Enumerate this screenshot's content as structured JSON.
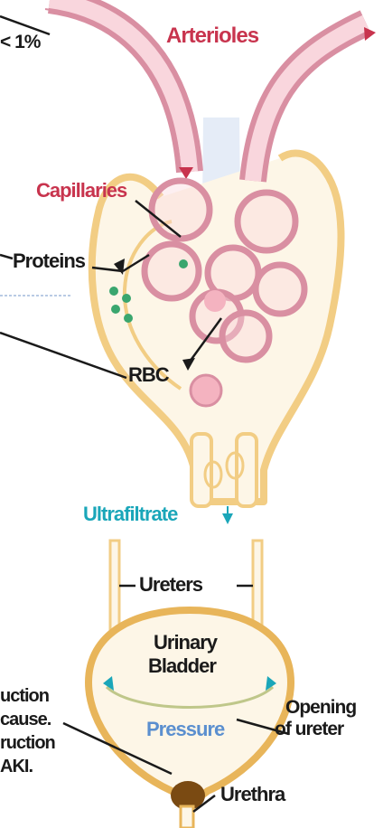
{
  "diagram": {
    "labels": {
      "arterioles": "Arterioles",
      "capillaries": "Capillaries",
      "proteins": "Proteins",
      "rbc": "RBC",
      "ultrafiltrate": "Ultrafiltrate",
      "ureters": "Ureters",
      "bladder_line1": "Urinary",
      "bladder_line2": "Bladder",
      "pressure": "Pressure",
      "opening_line1": "Opening",
      "opening_line2": "of ureter",
      "urethra": "Urethra",
      "percent_fragment": "< 1%",
      "left_fragment_1": "uction",
      "left_fragment_2": "cause.",
      "left_fragment_3": "ruction",
      "left_fragment_4": "AKI."
    },
    "colors": {
      "capsule": "#f2cd84",
      "capsule_fill": "#fdf6e7",
      "vessel": "#d98fa2",
      "vessel_fill": "#f9d6dd",
      "glomerulus_bg": "#dfe7f5",
      "red_label": "#c8344e",
      "cyan_label": "#1aa6b9",
      "pressure_label": "#5b8fcf",
      "protein_dot": "#3aa66e",
      "obstruction": "#7a4a12"
    }
  }
}
